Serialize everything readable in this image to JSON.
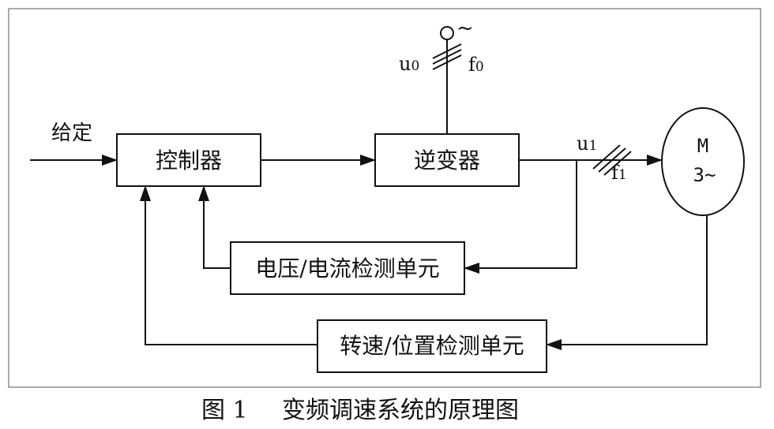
{
  "diagram": {
    "input_label": "给定",
    "blocks": {
      "controller": "控制器",
      "inverter": "逆变器",
      "voltage_current_detect": "电压/电流检测单元",
      "speed_position_detect": "转速/位置检测单元"
    },
    "source": {
      "tilde": "~",
      "u_label": "u",
      "u_sub": "0",
      "f_label": "f",
      "f_sub": "0"
    },
    "output": {
      "u_label": "u",
      "u_sub": "1",
      "f_label": "f",
      "f_sub": "1"
    },
    "motor": {
      "line1": "M",
      "line2": "3~"
    }
  },
  "caption": {
    "figure_number": "图 1",
    "title": "变频调速系统的原理图"
  }
}
